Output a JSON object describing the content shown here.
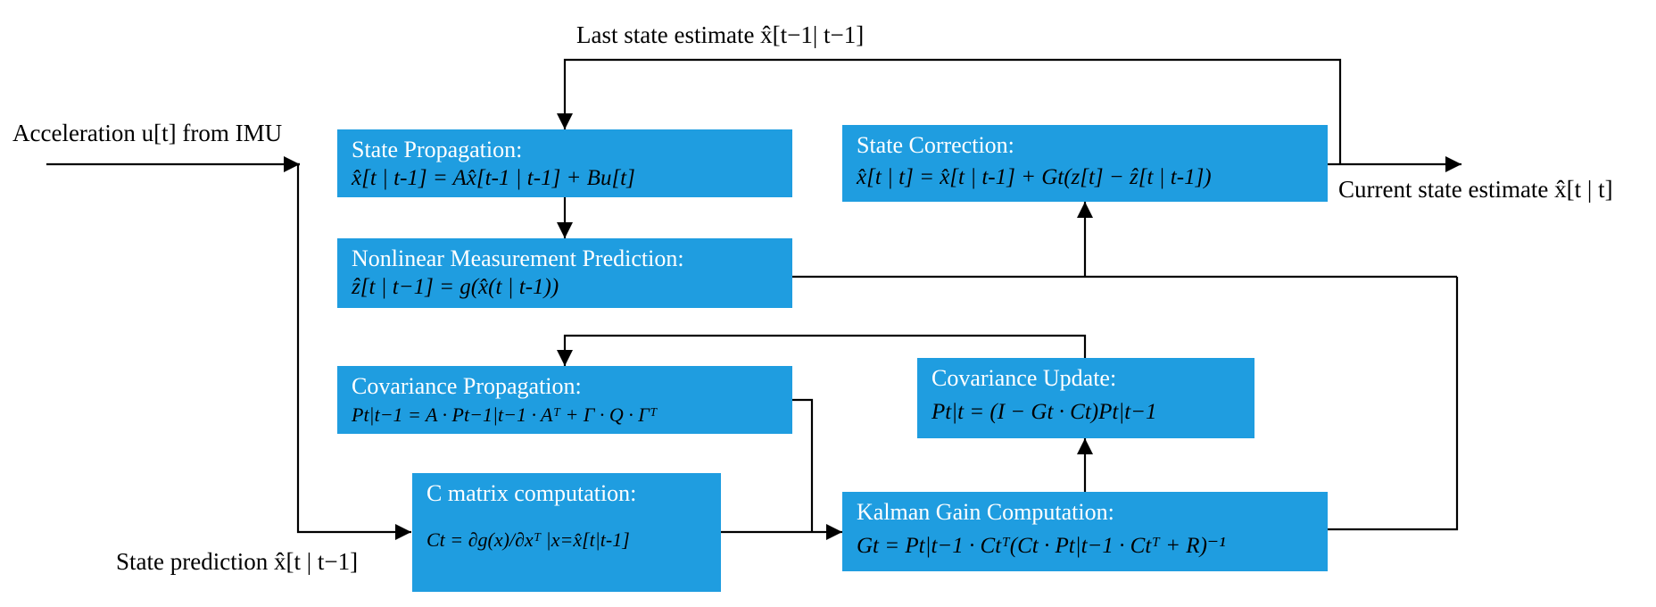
{
  "colors": {
    "box_fill": "#1f9de0",
    "line": "#000000",
    "box_title_text": "#ffffff"
  },
  "boxes": {
    "state_propagation": {
      "title": "State Propagation:",
      "eq": "x̂[t | t-1] = Ax̂[t-1 | t-1] + Bu[t]"
    },
    "measurement_prediction": {
      "title": "Nonlinear Measurement Prediction:",
      "eq": "ẑ[t | t−1] = g(x̂(t | t-1))"
    },
    "covariance_propagation": {
      "title": "Covariance Propagation:",
      "eq": "Pt|t−1 = A · Pt−1|t−1 · Aᵀ + Γ · Q · Γᵀ"
    },
    "c_matrix": {
      "title": "C matrix computation:",
      "eq": "Ct = ∂g(x)/∂xᵀ |x=x̂[t|t-1]"
    },
    "state_correction": {
      "title": "State Correction:",
      "eq": "x̂[t | t] = x̂[t | t-1] + Gt(z[t] − ẑ[t | t-1])"
    },
    "covariance_update": {
      "title": "Covariance Update:",
      "eq": "Pt|t = (I − Gt · Ct)Pt|t−1"
    },
    "kalman_gain": {
      "title": "Kalman Gain Computation:",
      "eq": "Gt = Pt|t−1 · Ctᵀ(Ct · Pt|t−1 · Ctᵀ + R)⁻¹"
    }
  },
  "labels": {
    "acceleration": "Acceleration u[t] from IMU",
    "last_state": "Last state estimate x̂[t−1| t−1]",
    "current_state": "Current state estimate x̂[t | t]",
    "state_prediction": "State prediction  x̂[t | t−1]"
  }
}
